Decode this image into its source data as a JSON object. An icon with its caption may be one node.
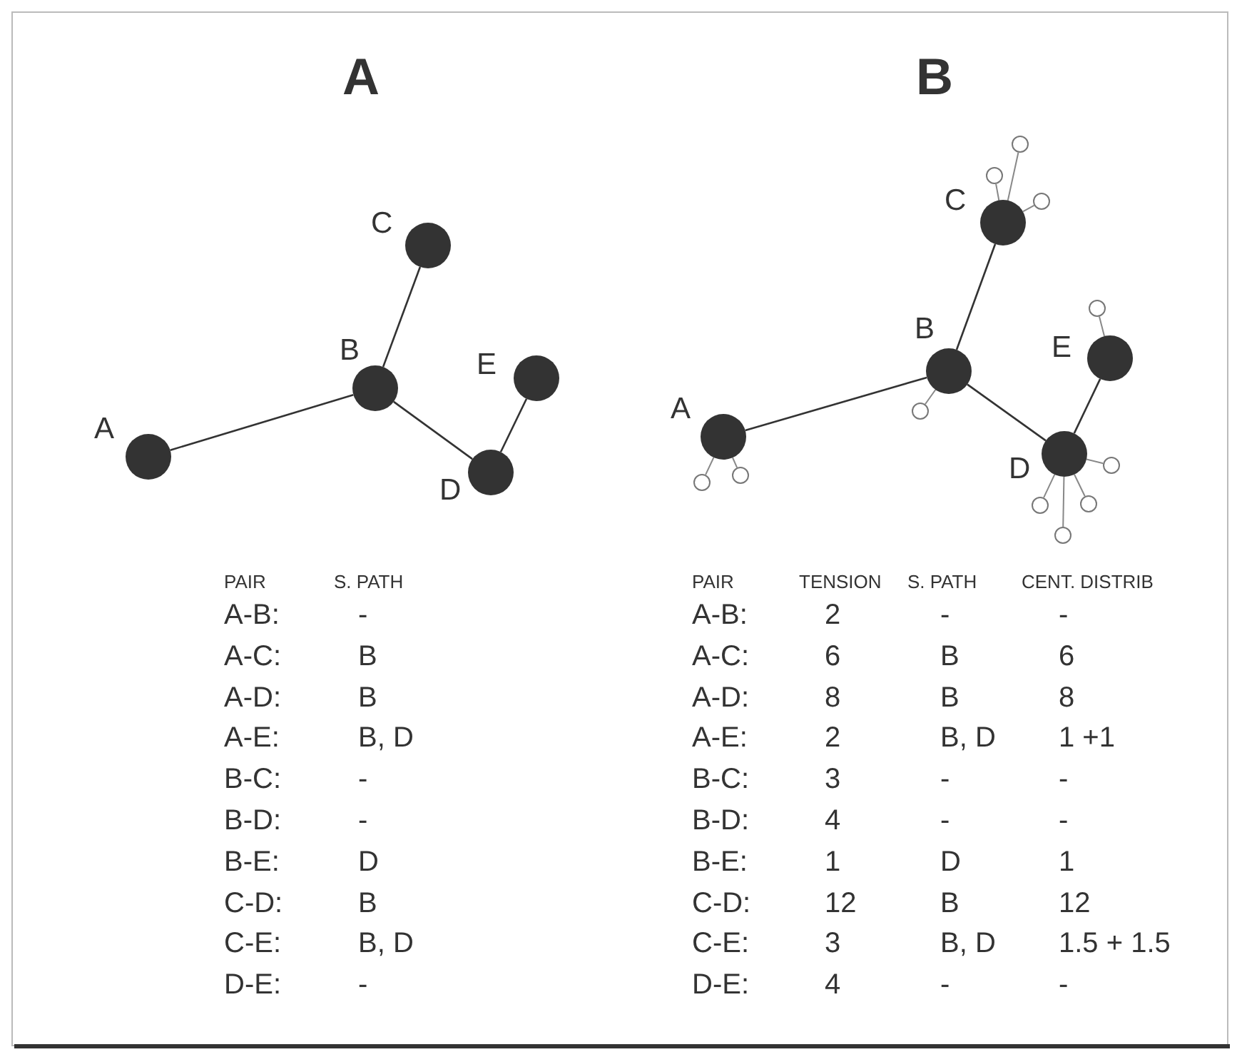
{
  "diagram": {
    "nodes": [
      {
        "text": [
          "A"
        ]
      },
      {
        "text": [
          "B"
        ]
      },
      {
        "text": [
          "C"
        ]
      },
      {
        "text": [
          "D"
        ]
      },
      {
        "text": [
          "E"
        ]
      },
      {
        "text": [
          "A"
        ]
      },
      {
        "text": [
          "B"
        ]
      },
      {
        "text": [
          "C"
        ]
      },
      {
        "text": [
          "D"
        ]
      },
      {
        "text": [
          "E"
        ]
      },
      {
        "text": [],
        "shape": "circle"
      },
      {
        "text": [],
        "shape": "circle"
      },
      {
        "text": [],
        "shape": "circle"
      },
      {
        "text": [],
        "shape": "circle"
      },
      {
        "text": [],
        "shape": "circle"
      },
      {
        "text": [],
        "shape": "circle"
      },
      {
        "text": [],
        "shape": "circle"
      },
      {
        "text": [],
        "shape": "circle"
      },
      {
        "text": [],
        "shape": "circle"
      },
      {
        "text": [],
        "shape": "circle"
      },
      {
        "text": [],
        "shape": "circle"
      }
    ],
    "edges": [
      {
        "from": 0,
        "to": 1,
        "arrow": "none"
      },
      {
        "from": 1,
        "to": 2,
        "arrow": "none"
      },
      {
        "from": 1,
        "to": 3,
        "arrow": "none"
      },
      {
        "from": 3,
        "to": 4,
        "arrow": "none"
      },
      {
        "from": 5,
        "to": 6,
        "arrow": "none"
      },
      {
        "from": 6,
        "to": 7,
        "arrow": "none"
      },
      {
        "from": 6,
        "to": 8,
        "arrow": "none"
      },
      {
        "from": 8,
        "to": 9,
        "arrow": "none"
      },
      {
        "from": 5,
        "to": 10,
        "arrow": "none",
        "color": "#888888"
      },
      {
        "from": 5,
        "to": 11,
        "arrow": "none",
        "color": "#888888"
      },
      {
        "from": 6,
        "to": 12,
        "arrow": "none",
        "color": "#888888"
      },
      {
        "from": 7,
        "to": 13,
        "arrow": "none",
        "color": "#888888"
      },
      {
        "from": 7,
        "to": 14,
        "arrow": "none",
        "color": "#888888"
      },
      {
        "from": 7,
        "to": 15,
        "arrow": "none",
        "color": "#888888"
      },
      {
        "from": 8,
        "to": 16,
        "arrow": "none",
        "color": "#888888"
      },
      {
        "from": 8,
        "to": 17,
        "arrow": "none",
        "color": "#888888"
      },
      {
        "from": 8,
        "to": 18,
        "arrow": "none",
        "color": "#888888"
      },
      {
        "from": 8,
        "to": 19,
        "arrow": "none",
        "color": "#888888"
      },
      {
        "from": 9,
        "to": 20,
        "arrow": "none",
        "color": "#888888"
      }
    ],
    "labels": [
      "A",
      "B",
      "PAIR",
      "S. PATH",
      "A-B:",
      "-",
      "A-C:",
      "B",
      "A-D:",
      "B",
      "A-E:",
      "B, D",
      "B-C:",
      "-",
      "B-D:",
      "-",
      "B-E:",
      "D",
      "C-D:",
      "B",
      "C-E:",
      "B, D",
      "D-E:",
      "-",
      "PAIR",
      "TENSION",
      "S. PATH",
      "CENT. DISTRIB",
      "A-B:",
      "2",
      "-",
      "-",
      "A-C:",
      "6",
      "B",
      "6",
      "A-D:",
      "8",
      "B",
      "8",
      "A-E:",
      "2",
      "B, D",
      "1 +1",
      "B-C:",
      "3",
      "-",
      "-",
      "B-D:",
      "4",
      "-",
      "-",
      "B-E:",
      "1",
      "D",
      "1",
      "C-D:",
      "12",
      "B",
      "12",
      "C-E:",
      "3",
      "B, D",
      "1.5 + 1.5",
      "D-E:",
      "4",
      "-",
      "-"
    ]
  }
}
